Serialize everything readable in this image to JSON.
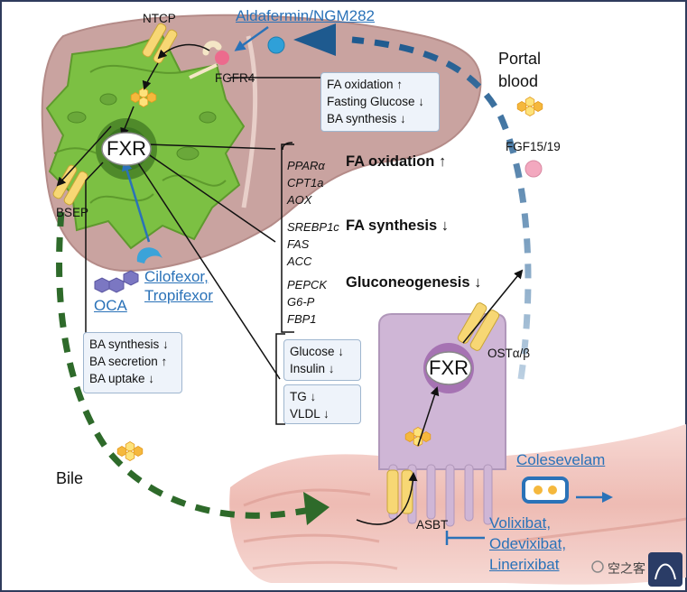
{
  "labels": {
    "ntcp": "NTCP",
    "fgfr4": "FGFR4",
    "bsep": "BSEP",
    "fxr_liver": "FXR",
    "fxr_gut": "FXR",
    "portal_blood": "Portal blood",
    "fgf": "FGF15/19",
    "ost": "OSTα/β",
    "asbt": "ASBT",
    "bile": "Bile"
  },
  "drugs": {
    "aldafermin": "Aldafermin/NGM282",
    "cilofexor": "Cilofexor,",
    "tropifexor": "Tropifexor",
    "oca": "OCA",
    "colesevelam": "Colesevelam",
    "volixibat": "Volixibat,",
    "odevixibat": "Odevixibat,",
    "linerixibat": "Linerixibat"
  },
  "fgf_box": [
    "FA oxidation ↑",
    "Fasting Glucose ↓",
    "BA synthesis ↓"
  ],
  "ba_box": [
    "BA synthesis ↓",
    "BA secretion ↑",
    "BA uptake ↓"
  ],
  "glucose_box": [
    "Glucose ↓",
    "Insulin ↓"
  ],
  "tg_box": [
    "TG ↓",
    "VLDL ↓"
  ],
  "gene_groups": [
    {
      "genes": [
        "PPARα",
        "CPT1a",
        "AOX"
      ],
      "effect": "FA oxidation ↑"
    },
    {
      "genes": [
        "SREBP1c",
        "FAS",
        "ACC"
      ],
      "effect": "FA synthesis ↓"
    },
    {
      "genes": [
        "PEPCK",
        "G6-P",
        "FBP1"
      ],
      "effect": "Gluconeogenesis ↓"
    }
  ],
  "watermark": "空之客",
  "colors": {
    "drug_blue": "#2a72b8",
    "portal_arrow": "#1e5a8f",
    "bile_arrow": "#2e6a2a",
    "hepatocyte": "#7cc043",
    "liver": "#c9a3a0",
    "enterocyte": "#cfb6d6",
    "bile_acid": "#f5b83d"
  },
  "icons": [
    "bile-acid-icon",
    "transporter-icon",
    "receptor-icon",
    "fgf-ball-icon",
    "drug-molecule-icon",
    "resin-icon"
  ]
}
